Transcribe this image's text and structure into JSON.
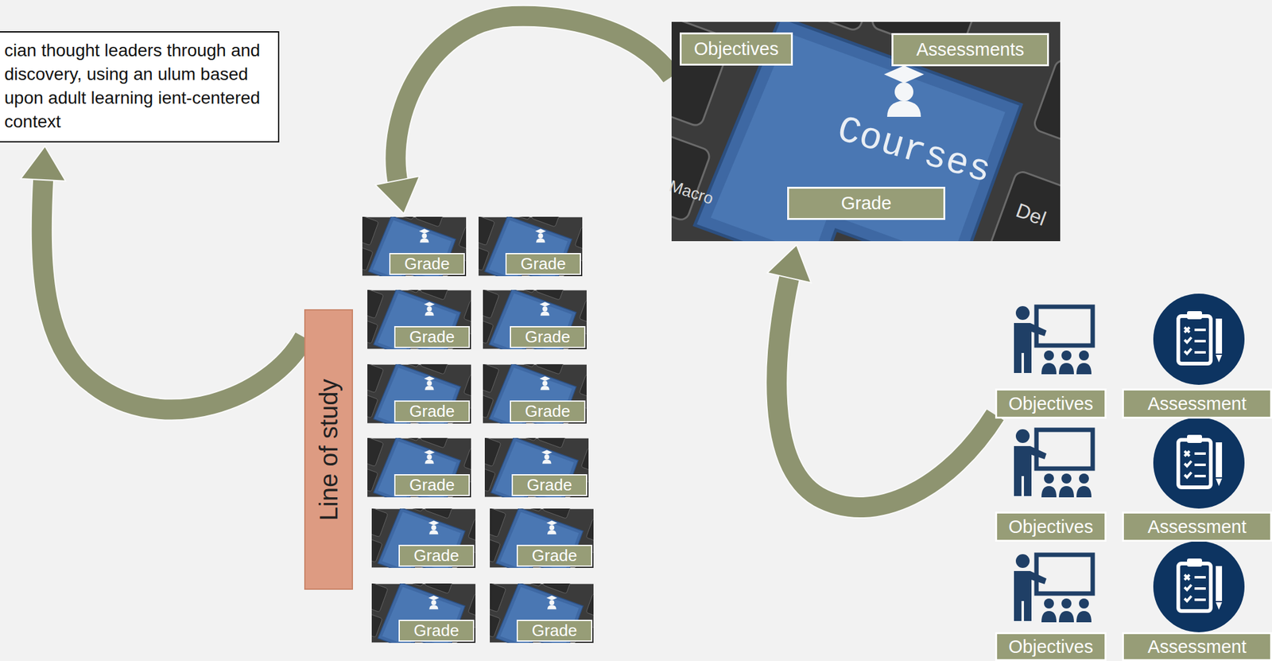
{
  "diagram": {
    "nodes": [
      {
        "text": [
          "cian thought leaders through and discovery, using an ulum based upon adult learning ient-centered context"
        ]
      },
      {
        "text": [
          "Courses"
        ]
      },
      {
        "text": [
          "Objectives"
        ],
        "in": 1
      },
      {
        "text": [
          "Assessments"
        ],
        "in": 1
      },
      {
        "text": [
          "Grade"
        ],
        "in": 1
      },
      {
        "text": [
          "Line of study"
        ]
      },
      {
        "text": [
          "Grade"
        ]
      },
      {
        "text": [
          "Grade"
        ]
      },
      {
        "text": [
          "Grade"
        ]
      },
      {
        "text": [
          "Grade"
        ]
      },
      {
        "text": [
          "Grade"
        ]
      },
      {
        "text": [
          "Grade"
        ]
      },
      {
        "text": [
          "Grade"
        ]
      },
      {
        "text": [
          "Grade"
        ]
      },
      {
        "text": [
          "Grade"
        ]
      },
      {
        "text": [
          "Grade"
        ]
      },
      {
        "text": [
          "Grade"
        ]
      },
      {
        "text": [
          "Grade"
        ]
      },
      {
        "text": [
          "Objectives"
        ]
      },
      {
        "text": [
          "Assessment"
        ]
      },
      {
        "text": [
          "Objectives"
        ]
      },
      {
        "text": [
          "Assessment"
        ]
      },
      {
        "text": [
          "Objectives"
        ]
      },
      {
        "text": [
          "Assessment"
        ]
      }
    ],
    "edges": [
      {
        "from": 1,
        "to": 6,
        "arrow": "to"
      },
      {
        "from": 5,
        "to": 0,
        "arrow": "to"
      },
      {
        "from": 18,
        "to": 1,
        "arrow": "to"
      }
    ],
    "labels": [
      "Macro",
      "Del"
    ]
  }
}
